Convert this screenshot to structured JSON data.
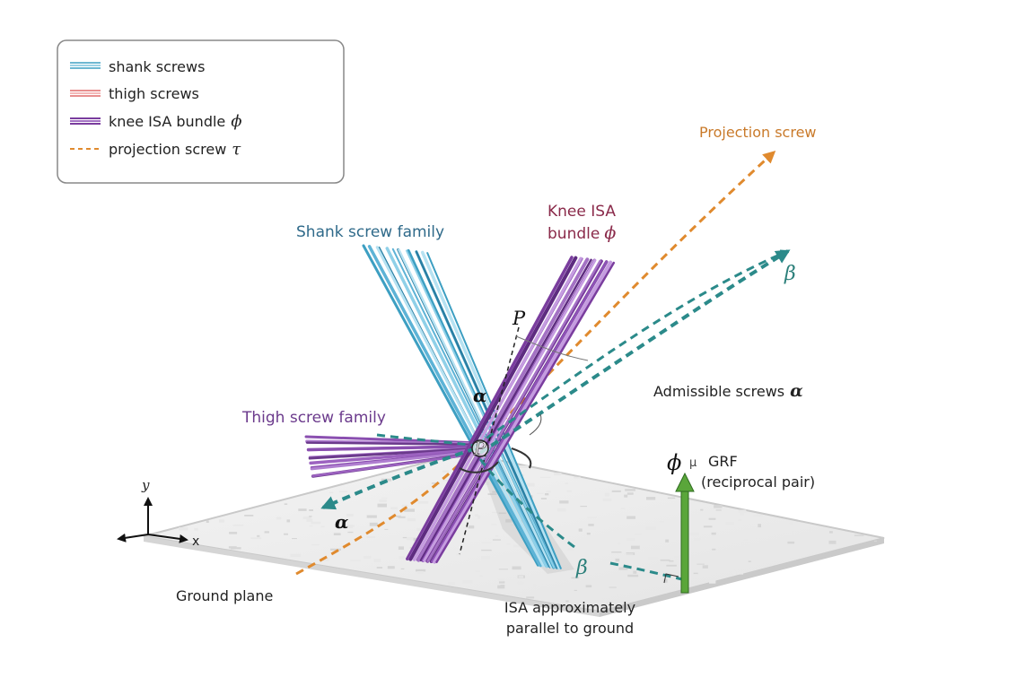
{
  "legend": {
    "items": [
      {
        "label": "shank screws",
        "color": "#3d9fc2",
        "style": "triple"
      },
      {
        "label": "thigh screws",
        "color": "#e06a6a",
        "style": "triple"
      },
      {
        "label": "knee ISA bundle",
        "symbol": "ϕ",
        "color": "#7a3d9e",
        "style": "triple"
      },
      {
        "label": "projection screw",
        "symbol": "τ",
        "color": "#e08a2e",
        "style": "dashed"
      }
    ]
  },
  "labels": {
    "projection_screw": "Projection screw",
    "knee_isa_line1": "Knee ISA",
    "knee_isa_line2": "bundle",
    "knee_isa_symbol": "ϕ",
    "shank_family": "Shank screw family",
    "thigh_family": "Thigh screw family",
    "point_p_upper": "P",
    "point_p_center": "P",
    "alpha_center": "α",
    "alpha_lower": "α",
    "beta_upper": "β",
    "beta_lower": "β",
    "admissible_text": "Admissible screws",
    "admissible_symbol": "α",
    "grf_phi": "ϕ",
    "grf_mu": "μ",
    "grf_text": "GRF",
    "grf_sub": "(reciprocal pair)",
    "ground_plane": "Ground plane",
    "isa_line1": "ISA approximately",
    "isa_line2": "parallel to ground",
    "axis_y": "y",
    "axis_x": "x"
  },
  "colors": {
    "shank": "#5db3d6",
    "thigh": "#8a4fb0",
    "knee": "#7a3d9e",
    "projection": "#e08a2e",
    "teal": "#2b8a8a",
    "grf": "#5aa63a",
    "blue_text": "#2f6a8a",
    "purple_text": "#6b3a8c",
    "maroon_text": "#8a2a4a",
    "orange_text": "#c97a2a",
    "teal_text": "#2b7f7a"
  }
}
